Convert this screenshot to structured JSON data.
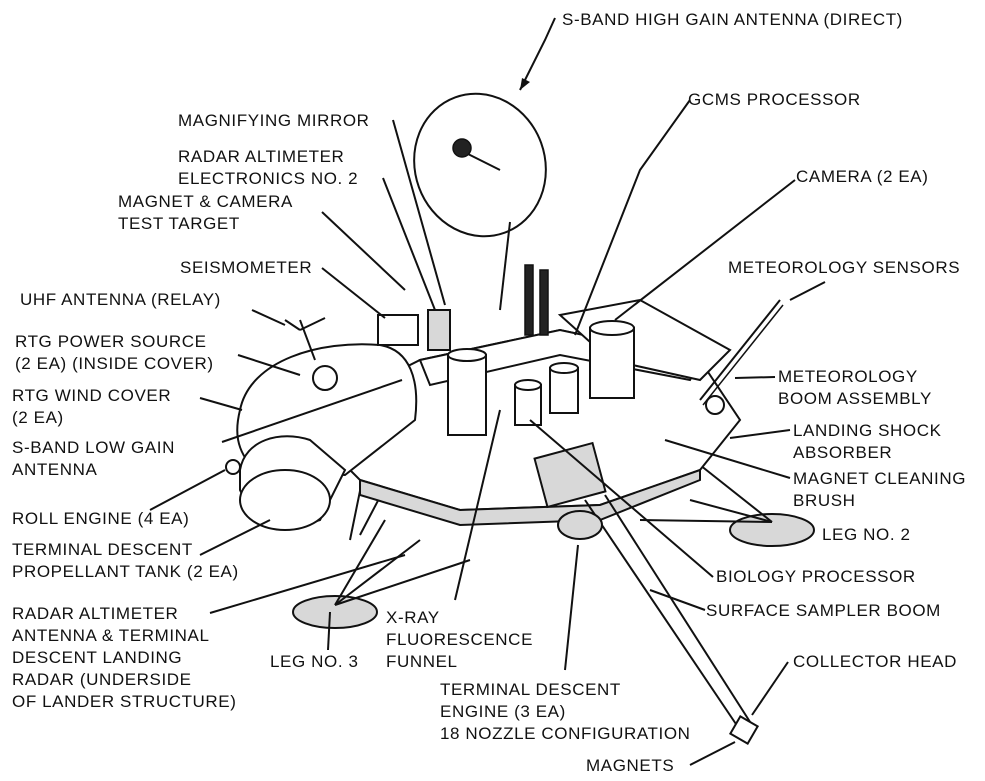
{
  "diagram": {
    "labels": {
      "s_band_high_gain": "S-BAND HIGH GAIN ANTENNA (DIRECT)",
      "gcms_processor": "GCMS PROCESSOR",
      "magnifying_mirror": "MAGNIFYING MIRROR",
      "radar_altimeter_electronics": [
        "RADAR ALTIMETER",
        "ELECTRONICS NO. 2"
      ],
      "camera": "CAMERA (2 EA)",
      "magnet_camera_test_target": [
        "MAGNET & CAMERA",
        "TEST TARGET"
      ],
      "seismometer": "SEISMOMETER",
      "meteorology_sensors": "METEOROLOGY SENSORS",
      "uhf_antenna": "UHF ANTENNA (RELAY)",
      "rtg_power_source": [
        "RTG POWER SOURCE",
        "(2 EA) (INSIDE COVER)"
      ],
      "meteorology_boom": [
        "METEOROLOGY",
        "BOOM ASSEMBLY"
      ],
      "rtg_wind_cover": [
        "RTG WIND COVER",
        "(2 EA)"
      ],
      "landing_shock_absorber": [
        "LANDING SHOCK",
        "ABSORBER"
      ],
      "s_band_low_gain": [
        "S-BAND LOW GAIN",
        "ANTENNA"
      ],
      "magnet_cleaning_brush": [
        "MAGNET CLEANING",
        "BRUSH"
      ],
      "roll_engine": "ROLL ENGINE (4 EA)",
      "leg_no_2": "LEG NO. 2",
      "terminal_descent_propellant": [
        "TERMINAL DESCENT",
        "PROPELLANT TANK (2 EA)"
      ],
      "biology_processor": "BIOLOGY PROCESSOR",
      "radar_altimeter_antenna": [
        "RADAR ALTIMETER",
        "ANTENNA & TERMINAL",
        "DESCENT LANDING",
        "RADAR (UNDERSIDE",
        "OF LANDER STRUCTURE)"
      ],
      "surface_sampler_boom": "SURFACE SAMPLER BOOM",
      "xray_funnel": [
        "X-RAY",
        "FLUORESCENCE",
        "FUNNEL"
      ],
      "leg_no_3": "LEG NO. 3",
      "collector_head": "COLLECTOR HEAD",
      "terminal_descent_engine": [
        "TERMINAL DESCENT",
        "ENGINE (3 EA)",
        "18 NOZZLE CONFIGURATION"
      ],
      "magnets": "MAGNETS"
    }
  }
}
